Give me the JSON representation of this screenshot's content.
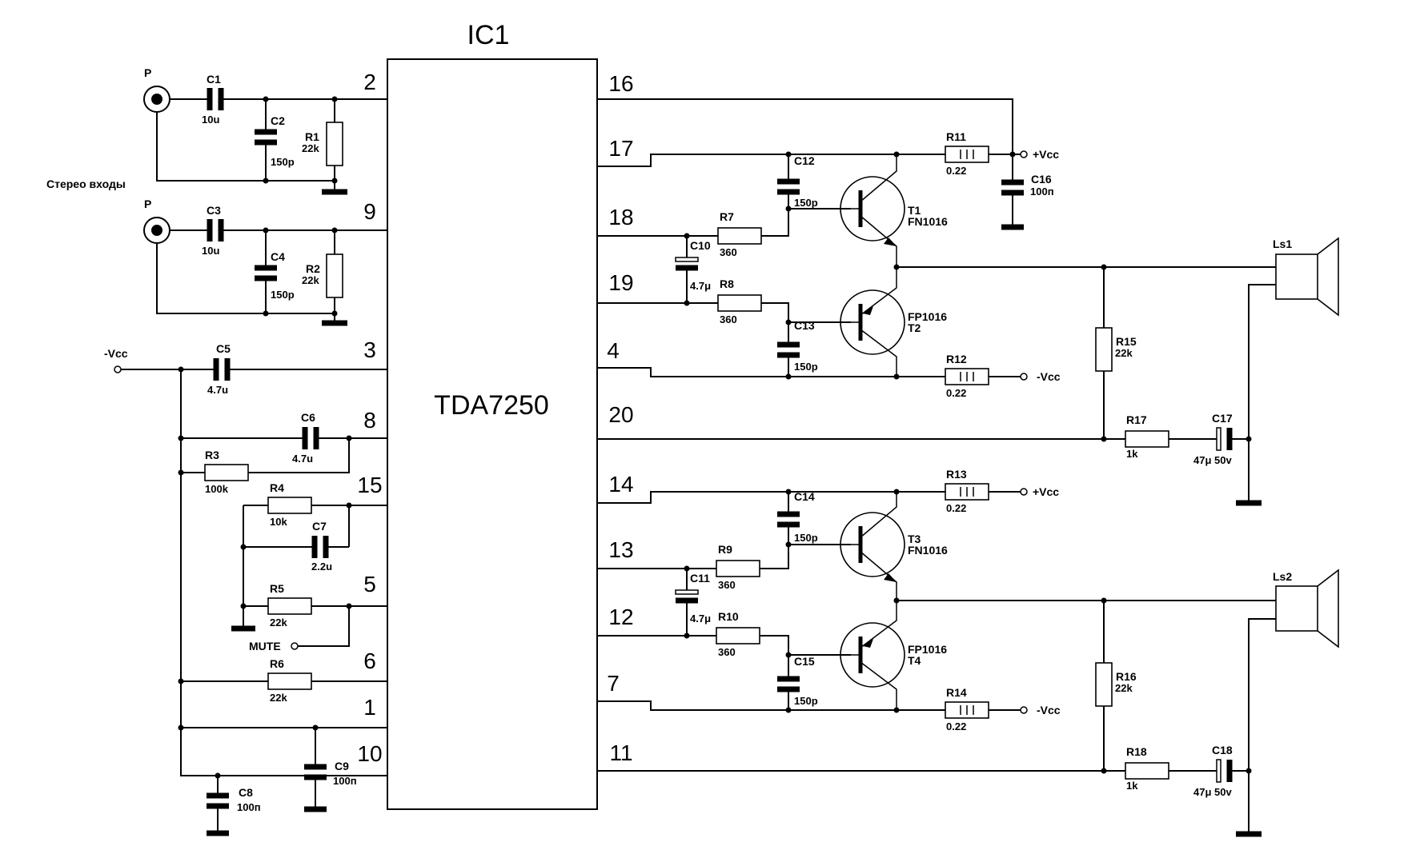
{
  "ic": {
    "title": "IC1",
    "part": "TDA7250"
  },
  "pins": {
    "p2": "2",
    "p9": "9",
    "p3": "3",
    "p8": "8",
    "p15": "15",
    "p5": "5",
    "p6": "6",
    "p1": "1",
    "p10": "10",
    "p16": "16",
    "p17": "17",
    "p18": "18",
    "p19": "19",
    "p4": "4",
    "p20": "20",
    "p14": "14",
    "p13": "13",
    "p12": "12",
    "p7": "7",
    "p11": "11"
  },
  "inputs": {
    "jack1": "P",
    "jack2": "P",
    "caption": "Стерео входы"
  },
  "nets": {
    "vcc_pos": "+Vcc",
    "vcc_neg": "-Vcc",
    "mute": "MUTE"
  },
  "components": {
    "C1": {
      "ref": "C1",
      "value": "10u"
    },
    "C2": {
      "ref": "C2",
      "value": "150p"
    },
    "R1": {
      "ref": "R1",
      "value": "22k"
    },
    "C3": {
      "ref": "C3",
      "value": "10u"
    },
    "C4": {
      "ref": "C4",
      "value": "150p"
    },
    "R2": {
      "ref": "R2",
      "value": "22k"
    },
    "C5": {
      "ref": "C5",
      "value": "4.7u"
    },
    "C6": {
      "ref": "C6",
      "value": "4.7u"
    },
    "R3": {
      "ref": "R3",
      "value": "100k"
    },
    "R4": {
      "ref": "R4",
      "value": "10k"
    },
    "C7": {
      "ref": "C7",
      "value": "2.2u"
    },
    "R5": {
      "ref": "R5",
      "value": "22k"
    },
    "R6": {
      "ref": "R6",
      "value": "22k"
    },
    "C8": {
      "ref": "C8",
      "value": "100п"
    },
    "C9": {
      "ref": "C9",
      "value": "100п"
    },
    "C10": {
      "ref": "C10",
      "value": "4.7μ"
    },
    "C11": {
      "ref": "C11",
      "value": "4.7μ"
    },
    "R7": {
      "ref": "R7",
      "value": "360"
    },
    "R8": {
      "ref": "R8",
      "value": "360"
    },
    "R9": {
      "ref": "R9",
      "value": "360"
    },
    "R10": {
      "ref": "R10",
      "value": "360"
    },
    "C12": {
      "ref": "C12",
      "value": "150p"
    },
    "C13": {
      "ref": "C13",
      "value": "150p"
    },
    "C14": {
      "ref": "C14",
      "value": "150p"
    },
    "C15": {
      "ref": "C15",
      "value": "150p"
    },
    "R11": {
      "ref": "R11",
      "value": "0.22"
    },
    "R12": {
      "ref": "R12",
      "value": "0.22"
    },
    "R13": {
      "ref": "R13",
      "value": "0.22"
    },
    "R14": {
      "ref": "R14",
      "value": "0.22"
    },
    "C16": {
      "ref": "C16",
      "value": "100п"
    },
    "T1": {
      "ref": "T1",
      "value": "FN1016"
    },
    "T2": {
      "ref": "T2",
      "value": "FP1016"
    },
    "T3": {
      "ref": "T3",
      "value": "FN1016"
    },
    "T4": {
      "ref": "T4",
      "value": "FP1016"
    },
    "R15": {
      "ref": "R15",
      "value": "22k"
    },
    "R16": {
      "ref": "R16",
      "value": "22k"
    },
    "R17": {
      "ref": "R17",
      "value": "1k"
    },
    "R18": {
      "ref": "R18",
      "value": "1k"
    },
    "C17": {
      "ref": "C17",
      "value": "47μ 50v"
    },
    "C18": {
      "ref": "C18",
      "value": "47μ 50v"
    },
    "Ls1": {
      "ref": "Ls1"
    },
    "Ls2": {
      "ref": "Ls2"
    }
  }
}
